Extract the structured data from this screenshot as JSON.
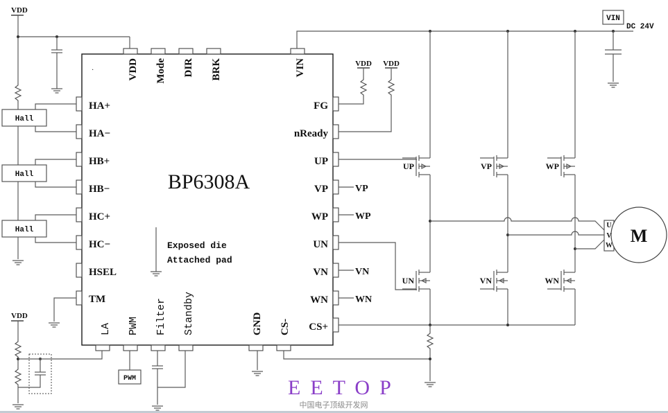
{
  "chip": {
    "part_number": "BP6308A",
    "top_pins": [
      "VDD",
      "Mode",
      "DIR",
      "BRK",
      "VIN"
    ],
    "left_pins": [
      "HA+",
      "HA−",
      "HB+",
      "HB−",
      "HC+",
      "HC−",
      "HSEL",
      "TM"
    ],
    "right_pins": [
      "FG",
      "nReady",
      "UP",
      "VP",
      "WP",
      "UN",
      "VN",
      "WN",
      "CS+"
    ],
    "bottom_pins": [
      "LA",
      "PWM",
      "Filter",
      "Standby",
      "GND",
      "CS-"
    ],
    "pad_note_line1": "Exposed die",
    "pad_note_line2": "Attached pad"
  },
  "supply": {
    "vdd_label": "VDD",
    "vin_box_label": "VIN",
    "dc_label": "DC 24V"
  },
  "hall_sensors": [
    "Hall",
    "Hall",
    "Hall"
  ],
  "pwm_box_label": "PWM",
  "net_labels": {
    "vp": "VP",
    "wp": "WP",
    "vn": "VN",
    "wn": "WN"
  },
  "mosfets": {
    "high_side": [
      "UP",
      "VP",
      "WP"
    ],
    "low_side": [
      "UN",
      "VN",
      "WN"
    ]
  },
  "motor": {
    "label": "M",
    "terminals": [
      "U",
      "V",
      "W"
    ]
  },
  "watermark": {
    "title": "EETOP",
    "subtitle": "中国电子顶级开发网"
  }
}
